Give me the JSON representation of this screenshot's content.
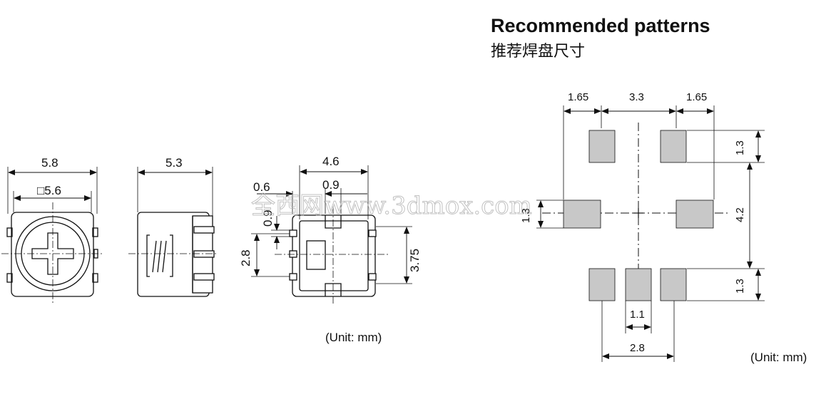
{
  "recommended": {
    "title": "Recommended patterns",
    "subtitle": "推荐焊盘尺寸",
    "dims": {
      "left_w": "1.65",
      "mid_w": "3.3",
      "right_w": "1.65",
      "top_h": "1.3",
      "center_h": "4.2",
      "left_h": "1.3",
      "bottom_h": "1.3",
      "center_pad_w": "1.1",
      "bottom_span": "2.8"
    },
    "unit": "(Unit: mm)"
  },
  "outline": {
    "front": {
      "width": "5.8",
      "inner": "□5.6"
    },
    "side": {
      "width": "5.3"
    },
    "bottom": {
      "width": "4.6",
      "d1": "0.6",
      "d2": "0.9",
      "d3": "0.9",
      "d4": "2.8",
      "d5": "3.75"
    },
    "unit": "(Unit: mm)"
  },
  "watermark": "全西网www.3dmox.com",
  "colors": {
    "pad": "#c8c8c8",
    "line": "#111111"
  }
}
